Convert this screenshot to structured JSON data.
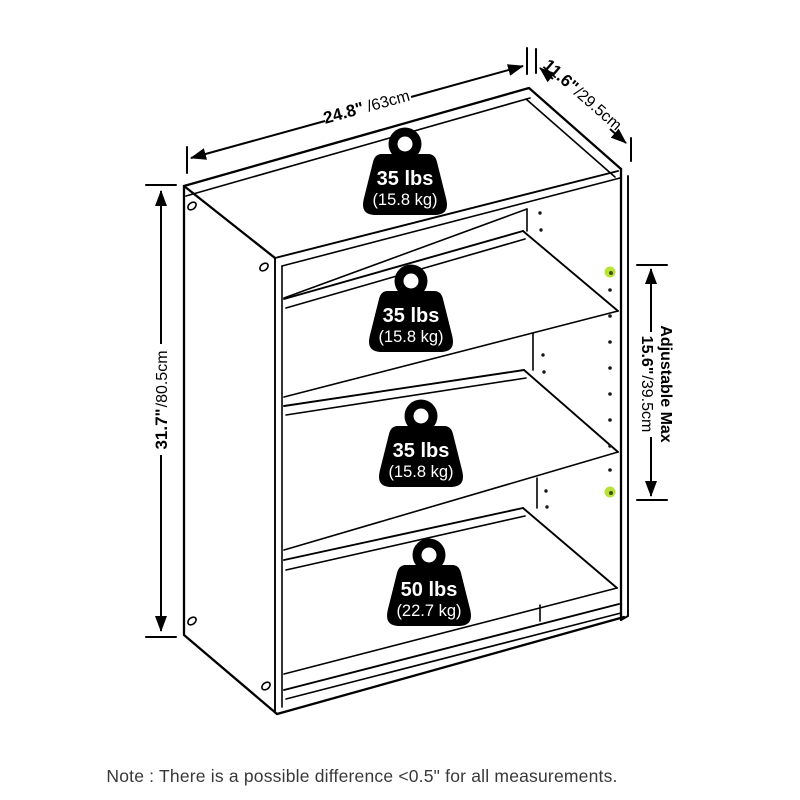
{
  "dimensions": {
    "width": {
      "value": "24.8\"",
      "unit": "/63cm"
    },
    "depth": {
      "value": "11.6\"",
      "unit": "/29.5cm"
    },
    "height": {
      "value": "31.7\"",
      "unit": "/80.5cm"
    },
    "adjustable": {
      "label": "Adjustable Max",
      "value": "15.6\"",
      "unit": "/39.5cm"
    }
  },
  "capacities": [
    {
      "lbs": "35 lbs",
      "kg": "(15.8 kg)"
    },
    {
      "lbs": "35 lbs",
      "kg": "(15.8 kg)"
    },
    {
      "lbs": "35 lbs",
      "kg": "(15.8 kg)"
    },
    {
      "lbs": "50 lbs",
      "kg": "(22.7 kg)"
    }
  ],
  "note": "Note : There is a possible difference <0.5\" for all measurements.",
  "colors": {
    "line": "#000000",
    "pin_green": "#b7e239",
    "pin_core": "#445200",
    "note_text": "#383838"
  }
}
